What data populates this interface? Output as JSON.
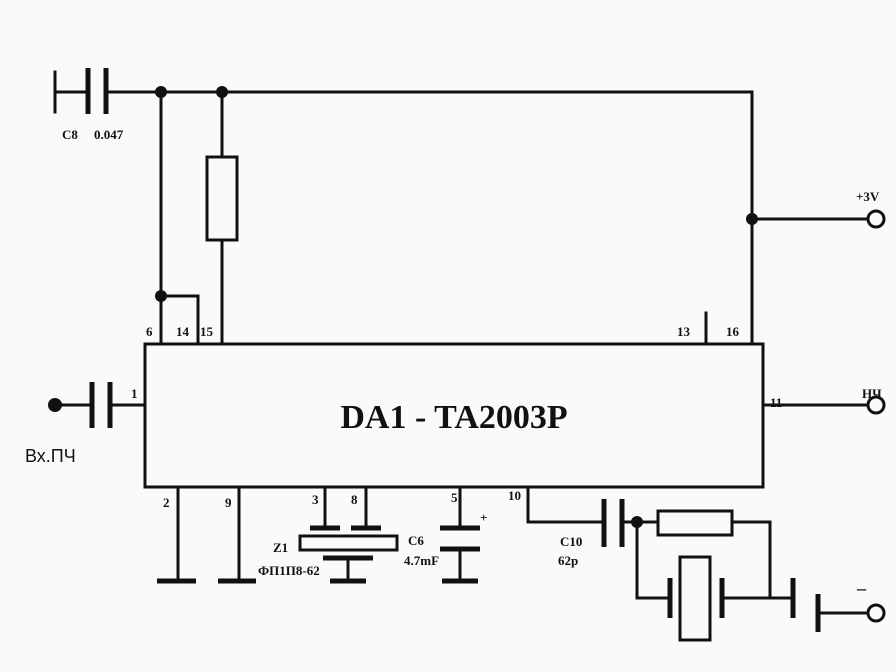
{
  "ic": {
    "label": "DA1 - TA2003P"
  },
  "pins": {
    "p1": "1",
    "p2": "2",
    "p3": "3",
    "p5": "5",
    "p6": "6",
    "p8": "8",
    "p9": "9",
    "p10": "10",
    "p11": "11",
    "p13": "13",
    "p14": "14",
    "p15": "15",
    "p16": "16"
  },
  "components": {
    "c8": "C8",
    "c8_value": "0.047",
    "c6": "C6",
    "c6_value": "4.7mF",
    "c6_polarity": "+",
    "c10": "C10",
    "c10_value": "62p",
    "z1": "Z1",
    "z1_part": "ФП1П8-62"
  },
  "ports": {
    "vcc": "+3V",
    "af_out": "НЧ",
    "if_in": "Вх.ПЧ",
    "ground_sign": "–"
  }
}
